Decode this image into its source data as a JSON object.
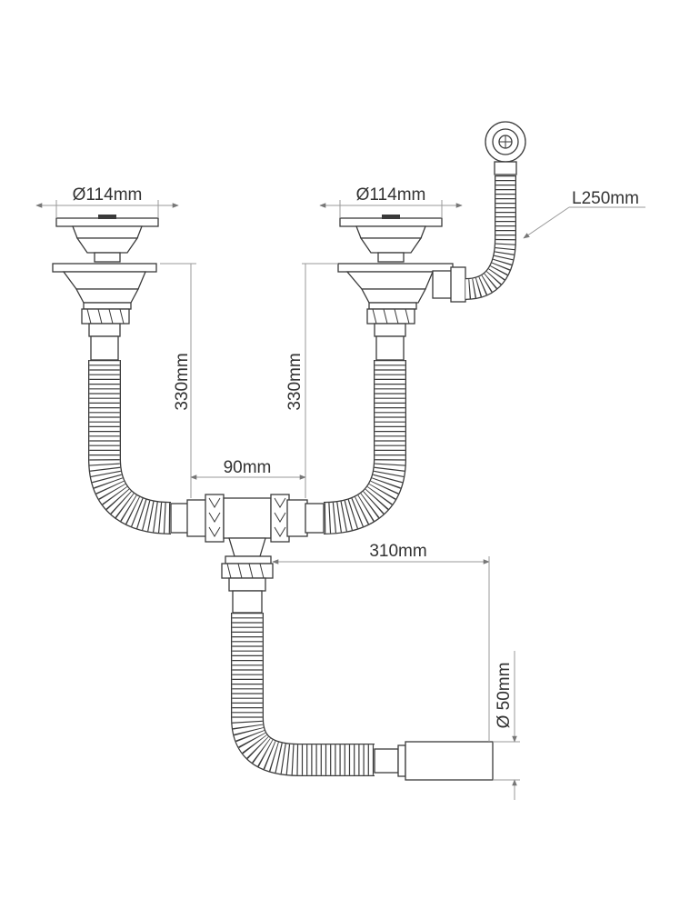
{
  "dimensions": {
    "left_strainer_diameter": "Ø114mm",
    "right_strainer_diameter": "Ø114mm",
    "overflow_hose_length": "L250mm",
    "left_height": "330mm",
    "right_height": "330mm",
    "tee_spacing": "90mm",
    "outlet_length": "310mm",
    "outlet_diameter": "Ø 50mm"
  },
  "colors": {
    "line": "#3a3a3a",
    "dimension": "#9a9a9a",
    "background": "#ffffff"
  }
}
